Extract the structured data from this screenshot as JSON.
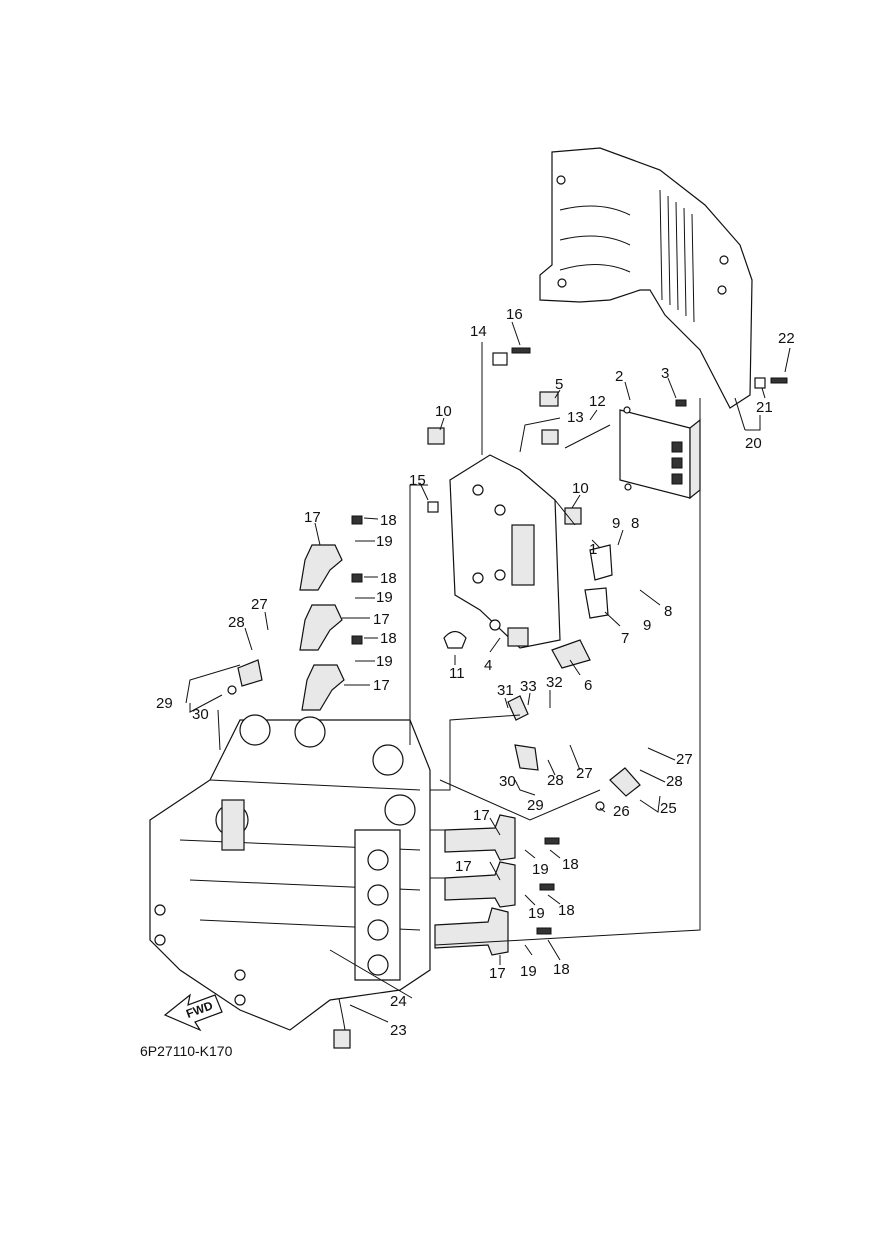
{
  "diagram": {
    "drawing_code": "6P27110-K170",
    "direction_label": "FWD",
    "part_labels": [
      "1",
      "2",
      "3",
      "4",
      "5",
      "6",
      "7",
      "8",
      "8",
      "9",
      "9",
      "10",
      "10",
      "11",
      "12",
      "13",
      "14",
      "15",
      "16",
      "17",
      "17",
      "17",
      "17",
      "17",
      "17",
      "18",
      "18",
      "18",
      "18",
      "18",
      "18",
      "19",
      "19",
      "19",
      "19",
      "19",
      "19",
      "20",
      "21",
      "22",
      "23",
      "24",
      "25",
      "26",
      "27",
      "27",
      "27",
      "28",
      "28",
      "28",
      "29",
      "29",
      "30",
      "30",
      "31",
      "32",
      "33"
    ]
  }
}
